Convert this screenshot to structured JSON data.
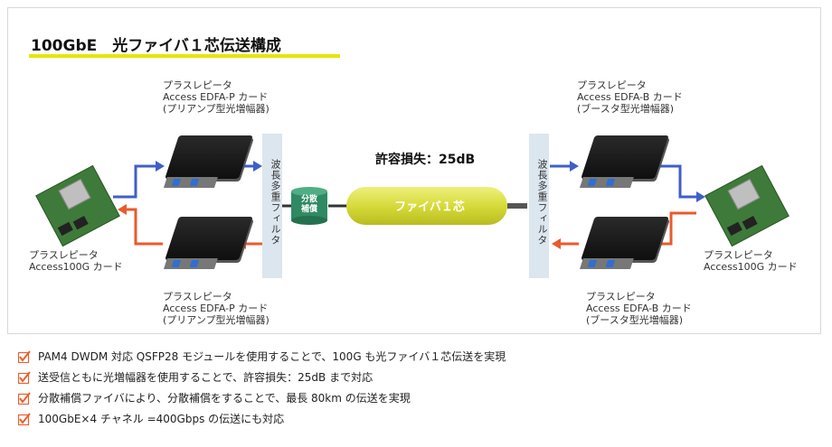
{
  "title": "100GbE　光ファイバ１芯伝送構成",
  "colors": {
    "blue_arrow": "#3f5fc8",
    "orange_arrow": "#ea5a2c",
    "check": "#e8602c",
    "highlight": "#e6e600",
    "fiber": "#d8dc3a",
    "drum": "#2f8a64"
  },
  "labels": {
    "tl_line1": "プラスレピータ",
    "tl_line2": "Access EDFA-P カード",
    "tl_line3": "(プリアンプ型光増幅器)",
    "bl_line1": "プラスレピータ",
    "bl_line2": "Access EDFA-P カード",
    "bl_line3": "(プリアンプ型光増幅器)",
    "tr_line1": "プラスレピータ",
    "tr_line2": "Access EDFA-B カード",
    "tr_line3": "(ブースタ型光増幅器)",
    "br_line1": "プラスレピータ",
    "br_line2": "Access EDFA-B カード",
    "br_line3": "(ブースタ型光増幅器)",
    "left_card_line1": "プラスレピータ",
    "left_card_line2": "Access100G カード",
    "right_card_line1": "プラスレピータ",
    "right_card_line2": "Access100G カード"
  },
  "wdm_left": "波長多重フィルタ",
  "wdm_right": "波長多重フィルタ",
  "loss": "許容損失：25dB",
  "fiber_label": "ファイバ１芯",
  "dispersion": {
    "line1": "分散",
    "line2": "補償"
  },
  "bullets": [
    "PAM4 DWDM 対応 QSFP28 モジュールを使用することで、100G も光ファイバ１芯伝送を実現",
    "送受信ともに光増幅器を使用することで、許容損失：25dB まで対応",
    "分散補償ファイバにより、分散補償をすることで、最長 80km の伝送を実現",
    "100GbE×4 チャネル =400Gbps の伝送にも対応"
  ]
}
